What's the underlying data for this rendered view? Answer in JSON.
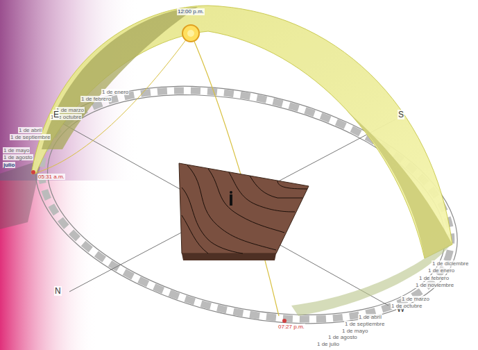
{
  "diagram": {
    "labels": [
      "12:00 p.m.",
      "1 de enero",
      "1 de febrero",
      "1 de marzo",
      "1 de octubre",
      "1 de abril",
      "1 de septiembre",
      "1 de mayo",
      "1 de agosto",
      "julio",
      "05:31 a.m.",
      "E",
      "S",
      "N",
      "W",
      "1 de diciembre",
      "1 de enero",
      "1 de febrero",
      "1 de noviembre",
      "1 de marzo",
      "1 de octubre",
      "1 de abril",
      "1 de septiembre",
      "1 de mayo",
      "1 de agosto",
      "1 de julio",
      "07:27 p.m."
    ]
  }
}
